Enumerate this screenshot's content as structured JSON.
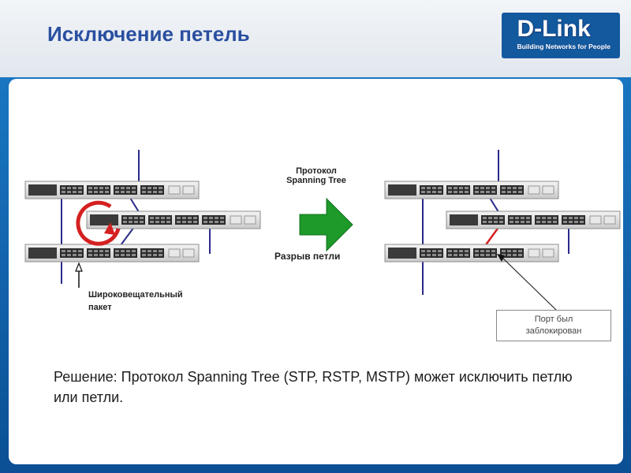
{
  "slide": {
    "title": "Исключение петель",
    "logo": {
      "name": "D-Link",
      "tagline": "Building Networks for People"
    }
  },
  "diagram": {
    "protocol_label_line1": "Протокол",
    "protocol_label_line2": "Spanning Tree",
    "break_label": "Разрыв петли",
    "broadcast_label_line1": "Широковещательный",
    "broadcast_label_line2": "пакет",
    "blocked_port_line1": "Порт был",
    "blocked_port_line2": "заблокирован"
  },
  "solution_text": "Решение: Протокол Spanning Tree (STP, RSTP, MSTP) может исключить петлю или петли.",
  "colors": {
    "title": "#2a4fa0",
    "background": "#0d5ea6",
    "arrow": "#1e9a2a",
    "loop": "#d42020",
    "link": "#2a2a8a"
  }
}
